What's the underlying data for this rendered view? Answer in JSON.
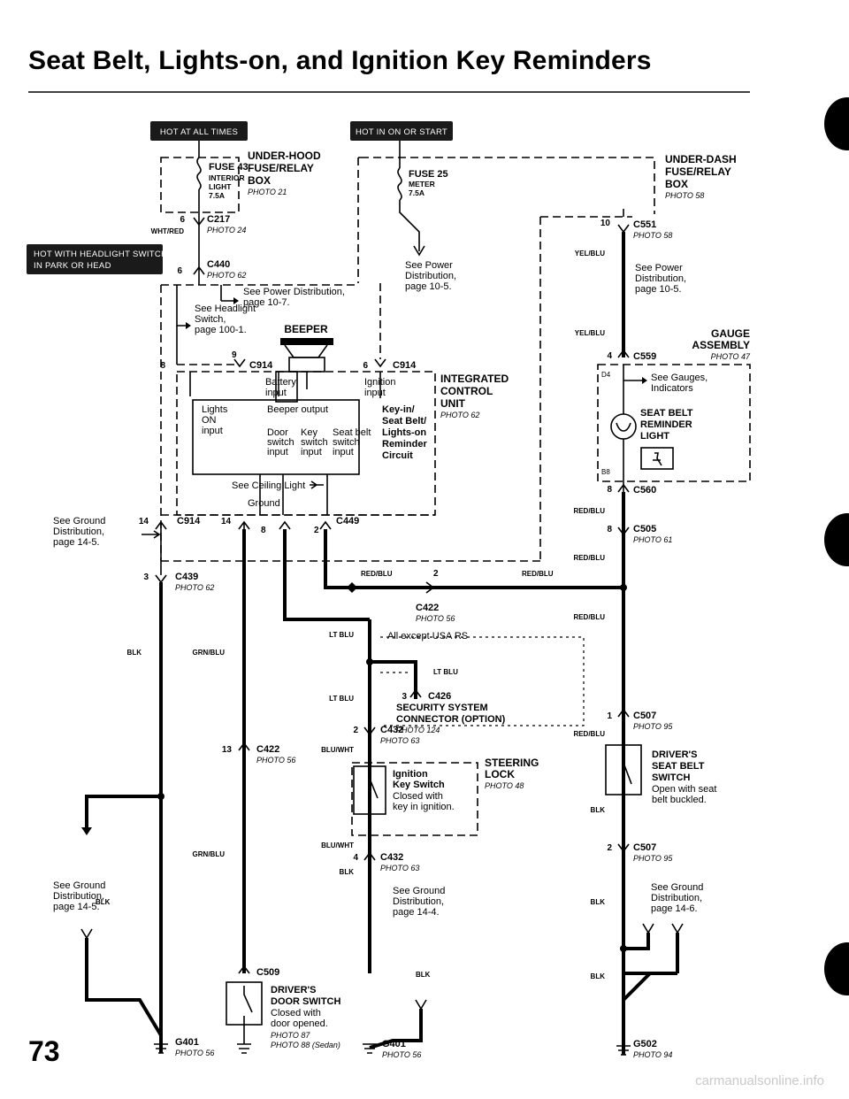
{
  "title": "Seat Belt, Lights-on, and Ignition Key Reminders",
  "page_number": "73",
  "footer_url": "carmanualsonline.info",
  "hot_labels": {
    "always": "HOT AT ALL TIMES",
    "on_or_start": "HOT IN ON OR START",
    "headlight": "HOT WITH HEADLIGHT SWITCH IN PARK OR HEAD"
  },
  "fuse43": {
    "name": "FUSE 43",
    "circuit": "INTERIOR LIGHT",
    "rating": "7.5A"
  },
  "fuse25": {
    "name": "FUSE 25",
    "circuit": "METER",
    "rating": "7.5A"
  },
  "underhood_box": {
    "l1": "UNDER-HOOD",
    "l2": "FUSE/RELAY",
    "l3": "BOX",
    "photo": "PHOTO 21"
  },
  "underdash_box": {
    "l1": "UNDER-DASH",
    "l2": "FUSE/RELAY",
    "l3": "BOX",
    "photo": "PHOTO 58"
  },
  "connectors": {
    "c217": "C217",
    "c217_photo": "PHOTO 24",
    "c217_pin": "6",
    "c217_wire": "WHT/RED",
    "c440": "C440",
    "c440_photo": "PHOTO 62",
    "c440_pin": "6",
    "c914": "C914",
    "c914_pin_a": "8",
    "c914_pin_b": "9",
    "c914_pin_c": "6",
    "c914b": "C914",
    "c914b_pin_a": "14",
    "c914b_pin_b": "14",
    "c449": "C449",
    "c449_pin_a": "8",
    "c449_pin_b": "2",
    "c439": "C439",
    "c439_photo": "PHOTO 62",
    "c439_pin": "3",
    "c551": "C551",
    "c551_photo": "PHOTO 58",
    "c551_pin": "10",
    "c559": "C559",
    "c559_photo": "PHOTO 47",
    "c559_pin": "4",
    "c560": "C560",
    "c560_pin": "8",
    "c505": "C505",
    "c505_photo": "PHOTO 61",
    "c505_pin": "8",
    "c422_top": "C422",
    "c422_top_photo": "PHOTO 56",
    "c422_top_pin": "2",
    "c422": "C422",
    "c422_photo": "PHOTO 56",
    "c422_pin": "13",
    "c426": "C426",
    "c426_pin": "3",
    "c432": "C432",
    "c432_photo": "PHOTO 63",
    "c432_pin": "2",
    "c432b": "C432",
    "c432b_photo": "PHOTO 63",
    "c432b_pin": "4",
    "c507": "C507",
    "c507_photo": "PHOTO 95",
    "c507_pin": "1",
    "c507b": "C507",
    "c507b_photo": "PHOTO 95",
    "c507b_pin": "2",
    "c509": "C509"
  },
  "wires": {
    "yel_blu": "YEL/BLU",
    "yel_blu2": "YEL/BLU",
    "red_blu": "RED/BLU",
    "red_blu2": "RED/BLU",
    "red_blu3": "RED/BLU",
    "red_blu4": "RED/BLU",
    "red_blu5": "RED/BLU",
    "red_blu6": "RED/BLU",
    "blk": "BLK",
    "blk2": "BLK",
    "blk3": "BLK",
    "blk4": "BLK",
    "blk5": "BLK",
    "blk6": "BLK",
    "blk7": "BLK",
    "grn_blu": "GRN/BLU",
    "grn_blu2": "GRN/BLU",
    "lt_blu": "LT BLU",
    "lt_blu2": "LT BLU",
    "lt_blu3": "LT BLU",
    "blu_wht": "BLU/WHT",
    "blu_wht2": "BLU/WHT"
  },
  "refs": {
    "pd107_l1": "See Power Distribution,",
    "pd107_l2": "page 10-7.",
    "headlight_l1": "See Headlight",
    "headlight_l2": "Switch,",
    "headlight_l3": "page 100-1.",
    "pd105a_l1": "See Power",
    "pd105a_l2": "Distribution,",
    "pd105a_l3": "page 10-5.",
    "pd105b_l1": "See Power",
    "pd105b_l2": "Distribution,",
    "pd105b_l3": "page 10-5.",
    "gauges_l1": "See Gauges,",
    "gauges_l2": "Indicators",
    "ceiling": "See Ceiling Light",
    "gd145a_l1": "See Ground",
    "gd145a_l2": "Distribution,",
    "gd145a_l3": "page 14-5.",
    "gd145b_l1": "See Ground",
    "gd145b_l2": "Distribution,",
    "gd145b_l3": "page 14-5.",
    "gd144_l1": "See Ground",
    "gd144_l2": "Distribution,",
    "gd144_l3": "page 14-4.",
    "gd146_l1": "See Ground",
    "gd146_l2": "Distribution,",
    "gd146_l3": "page 14-6."
  },
  "beeper": "BEEPER",
  "icu": {
    "l1": "INTEGRATED",
    "l2": "CONTROL",
    "l3": "UNIT",
    "photo": "PHOTO 62",
    "battery_1": "Battery",
    "battery_2": "input",
    "ignition_1": "Ignition",
    "ignition_2": "input",
    "lights_1": "Lights",
    "lights_2": "ON",
    "lights_3": "input",
    "beeper_out": "Beeper output",
    "door_1": "Door",
    "door_2": "switch",
    "door_3": "input",
    "key_1": "Key",
    "key_2": "switch",
    "key_3": "input",
    "seat_1": "Seat belt",
    "seat_2": "switch",
    "seat_3": "input",
    "rem_1": "Key-in/",
    "rem_2": "Seat Belt/",
    "rem_3": "Lights-on",
    "rem_4": "Reminder",
    "rem_5": "Circuit",
    "ground": "Ground"
  },
  "gauge_assembly": {
    "l1": "GAUGE",
    "l2": "ASSEMBLY",
    "pin_d4": "D4",
    "pin_b8": "B8"
  },
  "seat_belt_light": {
    "l1": "SEAT BELT",
    "l2": "REMINDER",
    "l3": "LIGHT"
  },
  "security": {
    "note": "All except USA RS",
    "l1": "SECURITY SYSTEM",
    "l2": "CONNECTOR (OPTION)",
    "photo": "PHOTO 124"
  },
  "steering_lock": {
    "l1": "STEERING",
    "l2": "LOCK",
    "photo": "PHOTO 48"
  },
  "ignition_switch": {
    "l1": "Ignition",
    "l2": "Key Switch",
    "l3": "Closed with",
    "l4": "key in ignition."
  },
  "driver_belt_switch": {
    "l1": "DRIVER'S",
    "l2": "SEAT BELT",
    "l3": "SWITCH",
    "l4": "Open with seat",
    "l5": "belt buckled."
  },
  "door_switch": {
    "l1": "DRIVER'S",
    "l2": "DOOR SWITCH",
    "l3": "Closed with",
    "l4": "door opened.",
    "photo_1": "PHOTO 87",
    "photo_2": "PHOTO 88 (Sedan)"
  },
  "grounds": {
    "g401a": "G401",
    "g401a_photo": "PHOTO 56",
    "g401b": "G401",
    "g401b_photo": "PHOTO 56",
    "g502": "G502",
    "g502_photo": "PHOTO 94"
  }
}
